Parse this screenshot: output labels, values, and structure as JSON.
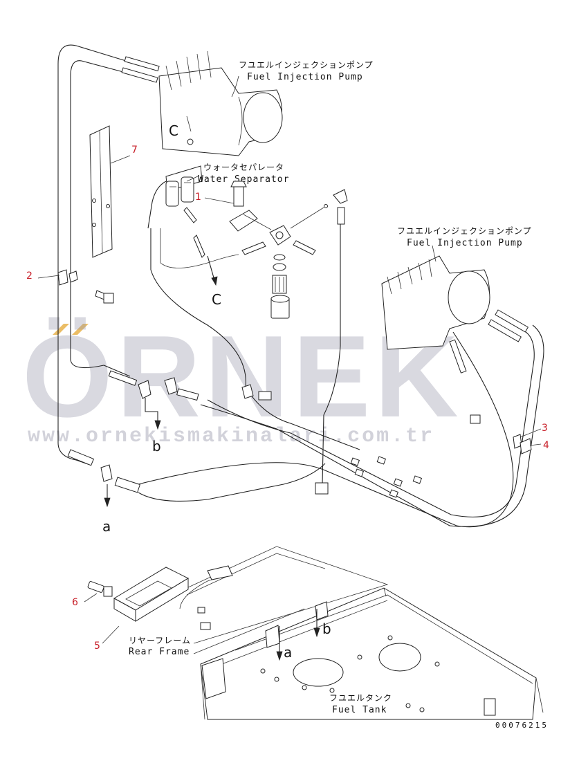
{
  "labels": {
    "pump_top_jp": "フユエルインジェクションポンプ",
    "pump_top_en": "Fuel Injection Pump",
    "separator_jp": "ウォータセパレータ",
    "separator_en": "Water Separator",
    "pump_right_jp": "フユエルインジェクションポンプ",
    "pump_right_en": "Fuel Injection Pump",
    "rear_frame_jp": "リヤーフレーム",
    "rear_frame_en": "Rear Frame",
    "fuel_tank_jp": "フユエルタンク",
    "fuel_tank_en": "Fuel Tank"
  },
  "connection_letters": {
    "c_top": "C",
    "c_bottom": "C",
    "b_top": "b",
    "b_bottom": "b",
    "a_top": "a",
    "a_bottom": "a"
  },
  "callouts": {
    "n1": "1",
    "n2": "2",
    "n3": "3",
    "n4": "4",
    "n5": "5",
    "n6": "6",
    "n7": "7"
  },
  "colors": {
    "callout": "#c8202a",
    "watermark": "#9c9cae",
    "watermark_accent": "#e8b14a"
  },
  "watermark": {
    "brand": "ÖRNEK",
    "url": "www.ornekismakinalari.com.tr"
  },
  "document_number": "00076215"
}
